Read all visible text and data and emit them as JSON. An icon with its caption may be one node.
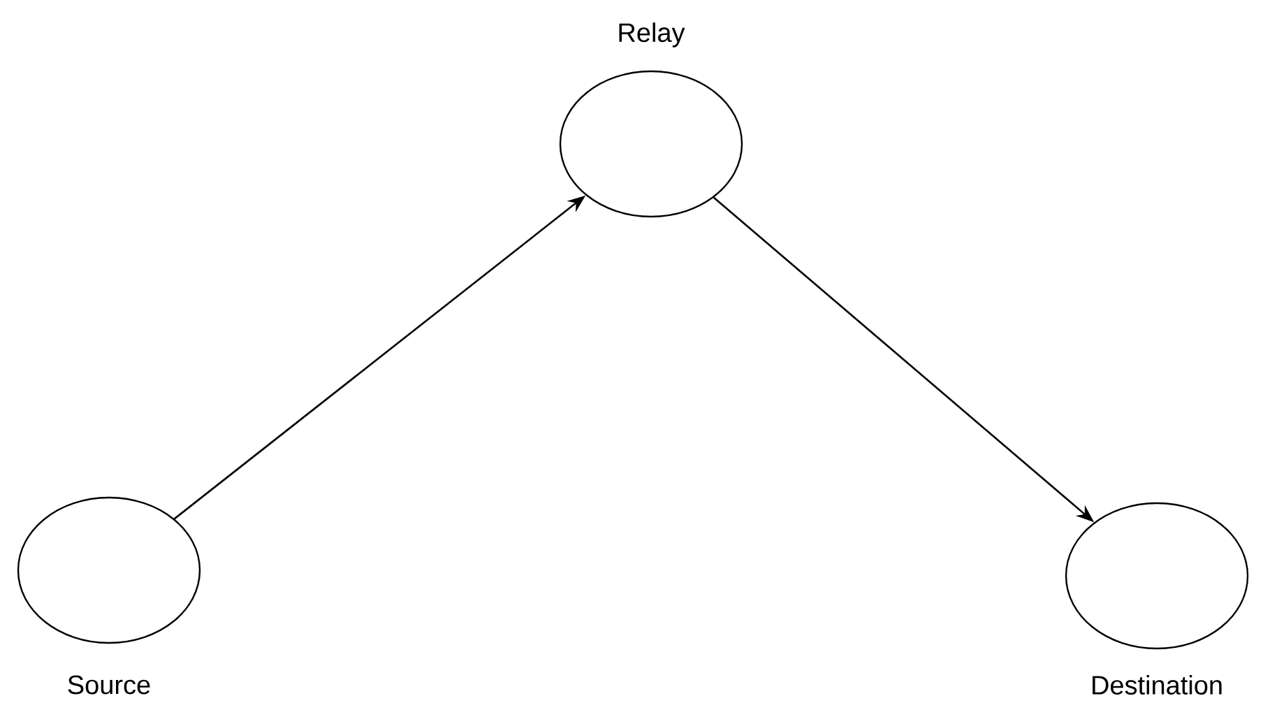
{
  "diagram": {
    "nodes": [
      {
        "text": [
          "Source"
        ]
      },
      {
        "text": [
          "Relay"
        ]
      },
      {
        "text": [
          "Destination"
        ]
      }
    ],
    "edges": [
      {
        "from": 0,
        "to": 1,
        "arrow": "to"
      },
      {
        "from": 1,
        "to": 2,
        "arrow": "to"
      }
    ]
  }
}
